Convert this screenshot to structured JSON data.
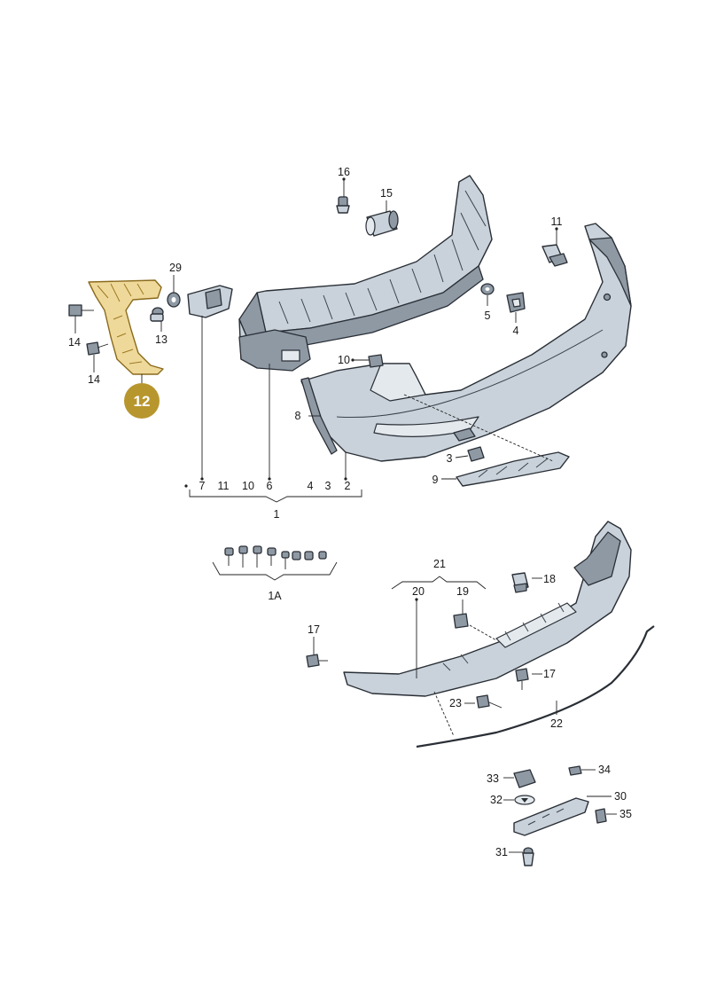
{
  "callouts": {
    "c1": "1",
    "c1a": "1A",
    "c2": "2",
    "c3a": "3",
    "c3b": "3",
    "c4a": "4",
    "c4b": "4",
    "c5": "5",
    "c6": "6",
    "c7": "7",
    "c8": "8",
    "c9": "9",
    "c10a": "10",
    "c10b": "10",
    "c11a": "11",
    "c11b": "11",
    "c12": "12",
    "c13": "13",
    "c14a": "14",
    "c14b": "14",
    "c15": "15",
    "c16": "16",
    "c17a": "17",
    "c17b": "17",
    "c18": "18",
    "c19": "19",
    "c20": "20",
    "c21": "21",
    "c22": "22",
    "c23": "23",
    "c29": "29",
    "c30": "30",
    "c31": "31",
    "c32": "32",
    "c33": "33",
    "c34": "34",
    "c35": "35"
  },
  "colors": {
    "highlight_badge": "#b8962e",
    "highlight_part": "#efd99a",
    "part_fill": "#c9d2da",
    "outline": "#2a2f36"
  }
}
